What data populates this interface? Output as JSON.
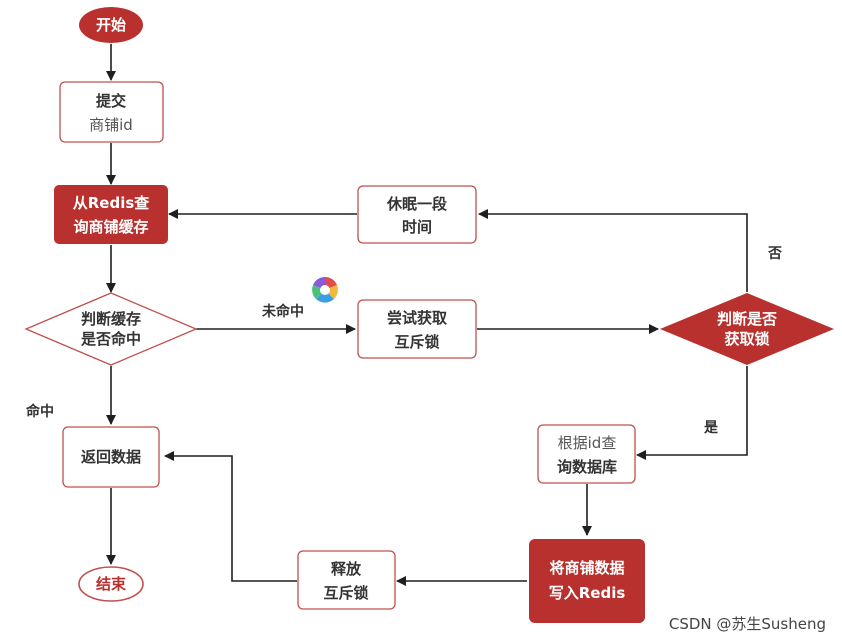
{
  "colors": {
    "accent_red": "#b8312f",
    "box_border": "#c0504d",
    "line": "#1f1f1f",
    "text": "#333333"
  },
  "nodes": {
    "start": "开始",
    "submit_line1": "提交",
    "submit_line2": "商铺id",
    "query_redis_line1": "从Redis查",
    "query_redis_line2": "询商铺缓存",
    "hit_check_line1": "判断缓存",
    "hit_check_line2": "是否命中",
    "return_data": "返回数据",
    "end": "结束",
    "sleep_line1": "休眠一段",
    "sleep_line2": "时间",
    "try_lock_line1": "尝试获取",
    "try_lock_line2": "互斥锁",
    "lock_check_line1": "判断是否",
    "lock_check_line2": "获取锁",
    "query_db_line1": "根据id查",
    "query_db_line2": "询数据库",
    "write_redis_line1": "将商铺数据",
    "write_redis_line2": "写入Redis",
    "release_line1": "释放",
    "release_line2": "互斥锁"
  },
  "edge_labels": {
    "miss": "未命中",
    "hit": "命中",
    "no": "否",
    "yes": "是"
  },
  "watermark": "CSDN @苏生Susheng",
  "icons": {
    "sticker": "colorful-sticker-icon"
  }
}
